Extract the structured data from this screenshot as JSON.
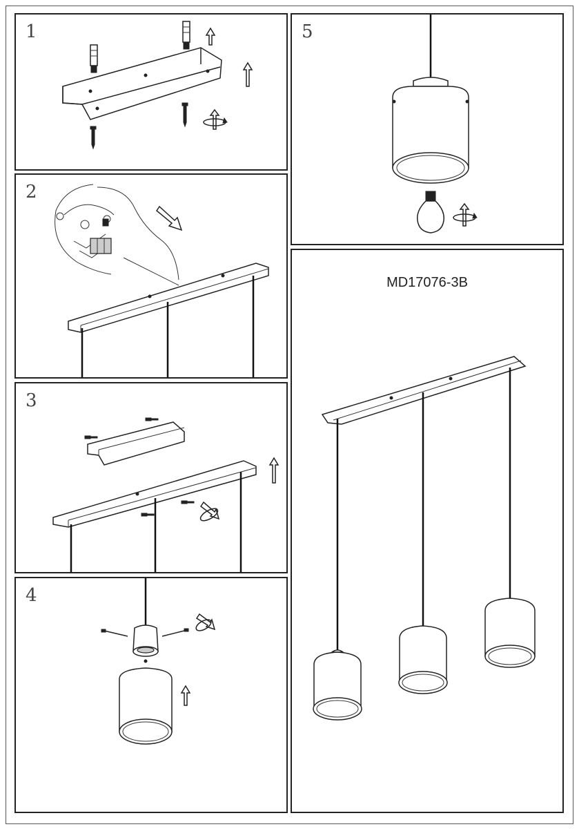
{
  "steps": [
    {
      "number": "1"
    },
    {
      "number": "2"
    },
    {
      "number": "3"
    },
    {
      "number": "4"
    },
    {
      "number": "5"
    }
  ],
  "product": {
    "model": "MD17076-3B"
  },
  "icons": [
    "wall-plug-icon",
    "screw-icon",
    "up-arrow-icon",
    "rotate-arrows-icon",
    "wire-connector-icon",
    "down-right-arrow-icon",
    "bulb-icon"
  ]
}
